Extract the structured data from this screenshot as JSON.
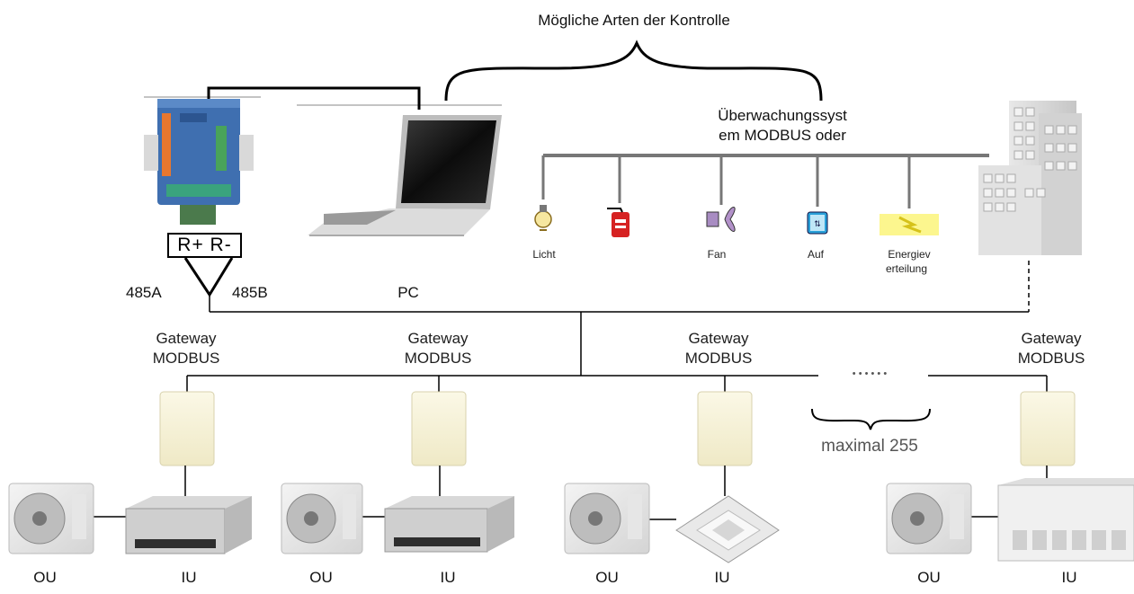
{
  "title": "Mögliche Arten der Kontrolle",
  "monitoring": {
    "line1": "Überwachungssyst",
    "line2": "em MODBUS oder"
  },
  "controller": {
    "terminals": "R+  R-",
    "left_label": "485A",
    "right_label": "485B"
  },
  "pc_label": "PC",
  "devices": [
    {
      "icon": "light-bulb-icon",
      "label": "Licht"
    },
    {
      "icon": "fire-extinguisher-icon",
      "label": ""
    },
    {
      "icon": "fan-icon",
      "label": "Fan"
    },
    {
      "icon": "elevator-icon",
      "label": "Auf"
    },
    {
      "icon": "energy-meter-icon",
      "label1": "Energiev",
      "label2": "erteilung"
    }
  ],
  "gateways": [
    {
      "line1": "Gateway",
      "line2": "MODBUS"
    },
    {
      "line1": "Gateway",
      "line2": "MODBUS"
    },
    {
      "line1": "Gateway",
      "line2": "MODBUS"
    },
    {
      "line1": "Gateway",
      "line2": "MODBUS"
    }
  ],
  "ellipsis": "• • • • • •",
  "max_label": "maximal 255",
  "units": [
    {
      "ou": "OU",
      "iu": "IU",
      "iu_type": "ducted"
    },
    {
      "ou": "OU",
      "iu": "IU",
      "iu_type": "ducted"
    },
    {
      "ou": "OU",
      "iu": "IU",
      "iu_type": "cassette"
    },
    {
      "ou": "OU",
      "iu": "IU",
      "iu_type": "ceiling-floor"
    }
  ]
}
